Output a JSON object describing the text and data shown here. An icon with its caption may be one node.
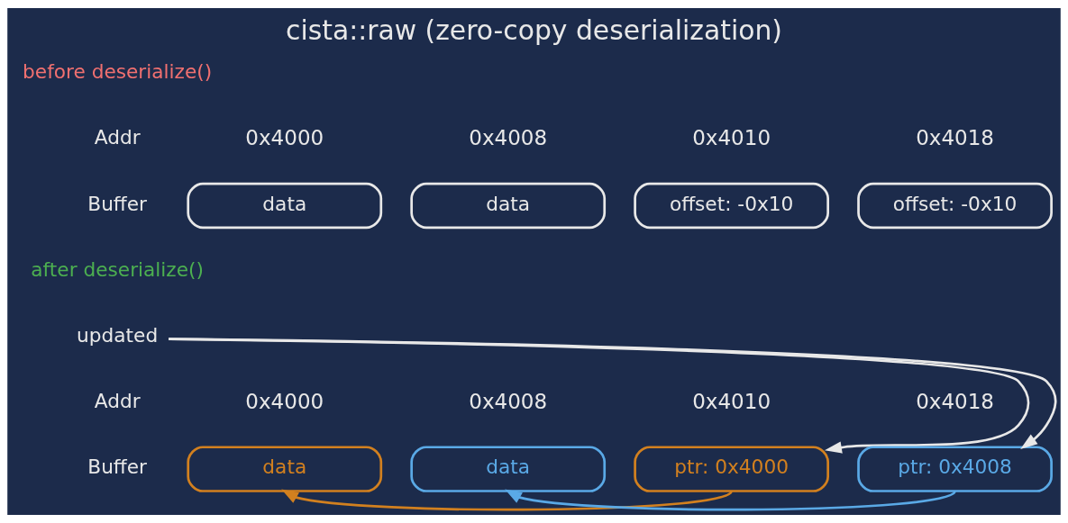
{
  "diagram": {
    "title": "cista::raw (zero-copy deserialization)",
    "nodes": [
      {
        "text": [
          "data"
        ],
        "beside": [
          "0x4000"
        ]
      },
      {
        "text": [
          "data"
        ],
        "beside": [
          "0x4008"
        ]
      },
      {
        "text": [
          "offset: -0x10"
        ],
        "beside": [
          "0x4010"
        ]
      },
      {
        "text": [
          "offset: -0x10"
        ],
        "beside": [
          "0x4018"
        ]
      },
      {
        "text": [
          "data"
        ],
        "beside": [
          "0x4000"
        ]
      },
      {
        "text": [
          "data"
        ],
        "beside": [
          "0x4008"
        ]
      },
      {
        "text": [
          "ptr: 0x4000"
        ],
        "beside": [
          "0x4010"
        ]
      },
      {
        "text": [
          "ptr: 0x4008"
        ],
        "beside": [
          "0x4018"
        ]
      },
      {
        "text": [
          "updated"
        ]
      }
    ],
    "edges": [
      {
        "from": 6,
        "to": 4,
        "arrow": "to",
        "color": "#d2801f"
      },
      {
        "from": 7,
        "to": 5,
        "arrow": "to",
        "color": "#5aa9e6"
      },
      {
        "from": 8,
        "to": 6,
        "arrow": "to"
      },
      {
        "from": 8,
        "to": 7,
        "arrow": "to"
      }
    ],
    "labels": [
      "before deserialize()",
      "Addr",
      "Buffer",
      "after deserialize()",
      "Addr",
      "Buffer"
    ]
  }
}
